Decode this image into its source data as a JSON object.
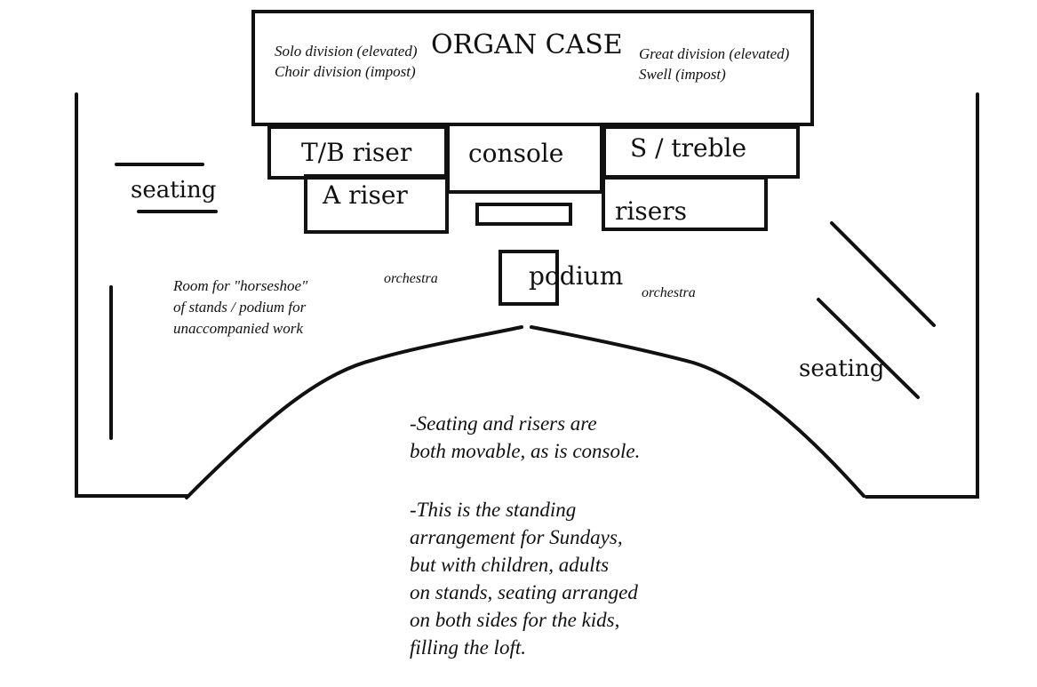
{
  "organ_case": {
    "title": "ORGAN CASE",
    "left_note_1": "Solo division (elevated)",
    "left_note_2": "Choir division (impost)",
    "right_note_1": "Great division (elevated)",
    "right_note_2": "Swell (impost)"
  },
  "stage": {
    "tb_riser": "T/B riser",
    "console": "console",
    "s_treble": "S / treble",
    "a_riser": "A riser",
    "risers": "risers",
    "podium": "podium",
    "orchestra_left": "orchestra",
    "orchestra_right": "orchestra"
  },
  "seating": {
    "left": "seating",
    "right": "seating"
  },
  "horseshoe_note": {
    "line1": "Room for \"horseshoe\"",
    "line2": "of stands / podium for",
    "line3": "unaccompanied work"
  },
  "notes": {
    "note1_line1": "-Seating and risers are",
    "note1_line2": "both movable, as is console.",
    "note2_line1": "-This is the standing",
    "note2_line2": "arrangement for Sundays,",
    "note2_line3": "but with children, adults",
    "note2_line4": "on stands, seating arranged",
    "note2_line5": "on both sides for the kids,",
    "note2_line6": "filling the loft."
  },
  "colors": {
    "ink": "#111111",
    "background": "#ffffff"
  }
}
